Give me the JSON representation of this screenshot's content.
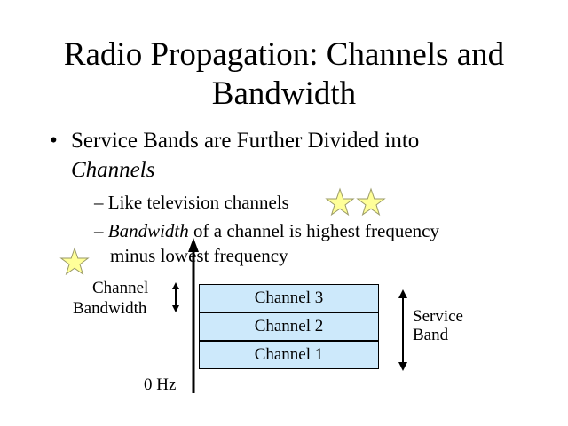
{
  "title": {
    "line1": "Radio Propagation: Channels and",
    "line2": "Bandwidth"
  },
  "bullets": {
    "main": {
      "bullet": "•",
      "line1": "Service Bands are Further Divided into",
      "line2": "Channels"
    },
    "sub1": {
      "dash": "–",
      "text": "Like television channels"
    },
    "sub2": {
      "dash": "–",
      "italic": "Bandwidth",
      "rest": " of a channel is highest frequency",
      "line2": "minus lowest frequency"
    }
  },
  "diagram": {
    "channels": [
      "Channel 3",
      "Channel 2",
      "Channel 1"
    ],
    "channel_bandwidth_label": {
      "line1": "Channel",
      "line2": "Bandwidth"
    },
    "service_band_label": {
      "line1": "Service",
      "line2": "Band"
    },
    "zero_label": "0 Hz",
    "channel_fill": "#cde9fb",
    "star_color": "#ffff99"
  }
}
